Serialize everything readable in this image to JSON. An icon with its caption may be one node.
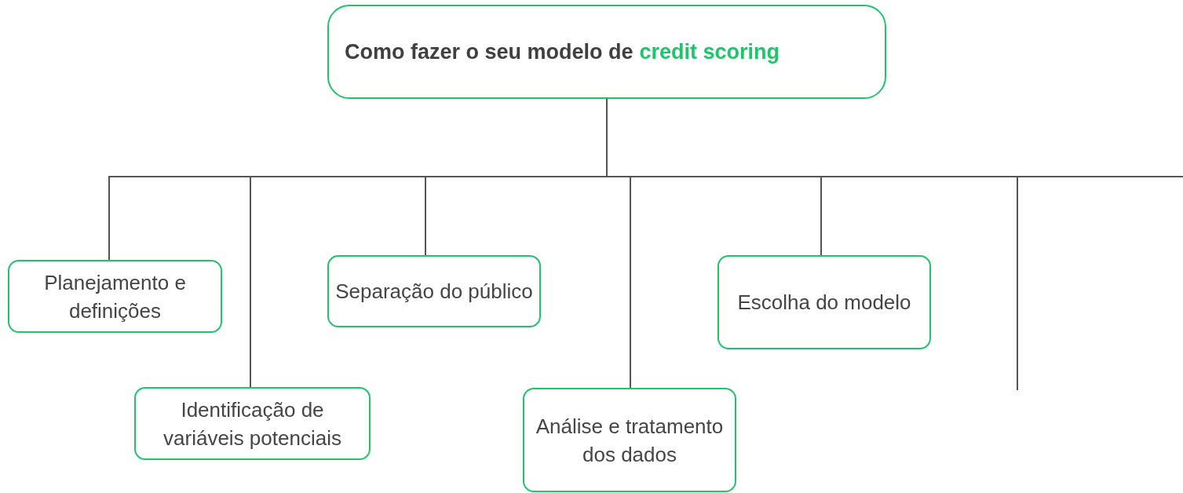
{
  "diagram": {
    "nodes": [
      {
        "text": [
          "Como fazer o seu modelo de",
          "credit scoring"
        ]
      },
      {
        "text": [
          "Planejamento e definições"
        ]
      },
      {
        "text": [
          "Identificação de variáveis potenciais"
        ]
      },
      {
        "text": [
          "Separação do público"
        ]
      },
      {
        "text": [
          "Análise e tratamento dos dados"
        ]
      },
      {
        "text": [
          "Escolha do modelo"
        ]
      }
    ],
    "edges": [
      {
        "from": 0,
        "to": 1,
        "arrow": "none"
      },
      {
        "from": 0,
        "to": 2,
        "arrow": "none"
      },
      {
        "from": 0,
        "to": 3,
        "arrow": "none"
      },
      {
        "from": 0,
        "to": 4,
        "arrow": "none"
      },
      {
        "from": 0,
        "to": 5,
        "arrow": "none"
      },
      {
        "from": 0,
        "to": null,
        "arrow": "none"
      },
      {
        "from": 0,
        "to": null,
        "arrow": "none"
      }
    ]
  }
}
